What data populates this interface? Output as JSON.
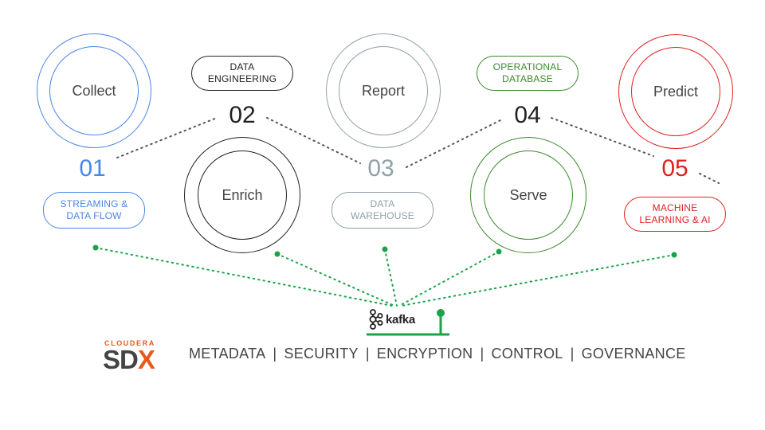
{
  "stages": [
    {
      "number": "01",
      "circle_label": "Collect",
      "pill": [
        "STREAMING &",
        "DATA FLOW"
      ],
      "color": "#4a86e8"
    },
    {
      "number": "02",
      "circle_label": "Enrich",
      "pill": [
        "DATA",
        "ENGINEERING"
      ],
      "color": "#222222"
    },
    {
      "number": "03",
      "circle_label": "Report",
      "pill": [
        "DATA",
        "WAREHOUSE"
      ],
      "color": "#8fa1a8"
    },
    {
      "number": "04",
      "circle_label": "Serve",
      "pill": [
        "OPERATIONAL",
        "DATABASE"
      ],
      "color": "#3b8a2a"
    },
    {
      "number": "05",
      "circle_label": "Predict",
      "pill": [
        "MACHINE",
        "LEARNING & AI"
      ],
      "color": "#e02020"
    }
  ],
  "kafka": {
    "label": "kafka",
    "icon": "kafka-logo-icon",
    "line_color": "#1aa34a"
  },
  "brand": {
    "top": "CLOUDERA",
    "main_prefix": "SD",
    "main_x": "X",
    "accent": "#e8591a"
  },
  "features": [
    "METADATA",
    "SECURITY",
    "ENCRYPTION",
    "CONTROL",
    "GOVERNANCE"
  ],
  "separator": "|"
}
